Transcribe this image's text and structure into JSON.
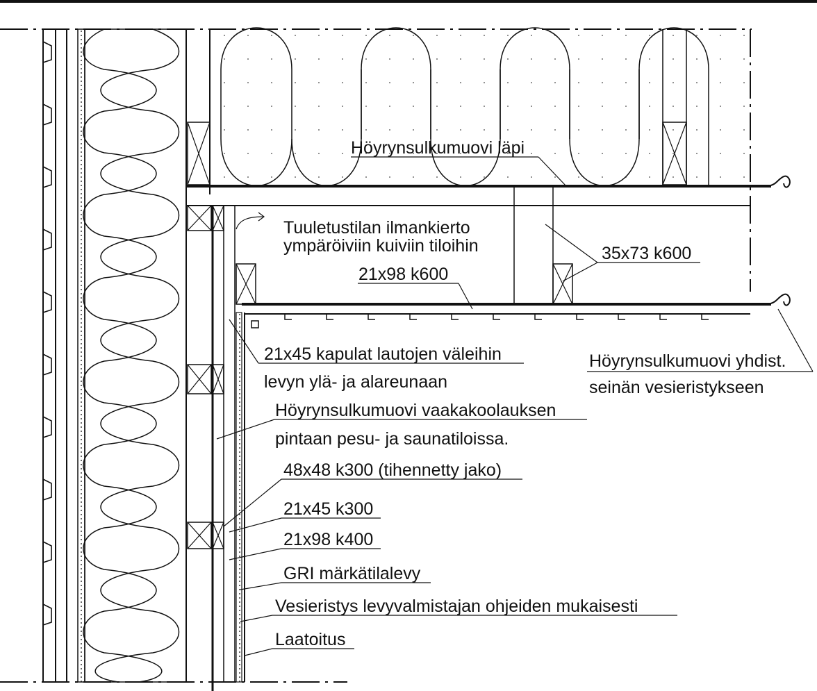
{
  "labels": {
    "vapor_barrier_through": "Höyrynsulkumuovi läpi",
    "ventilation_line1": "Tuuletustilan ilmankierto",
    "ventilation_line2": "ympäröiviin kuiviin tiloihin",
    "batten_35x73": "35x73 k600",
    "batten_21x98_k600": "21x98 k600",
    "blocking_21x45": "21x45 kapulat lautojen väleihin",
    "blocking_21x45_line2": "levyn ylä- ja alareunaan",
    "vapor_joint_line1": "Höyrynsulkumuovi yhdist.",
    "vapor_joint_line2": "seinän vesieristykseen",
    "vapor_horizontal_line1": "Höyrynsulkumuovi vaakakoolauksen",
    "vapor_horizontal_line2": "pintaan pesu- ja saunatiloissa.",
    "stud_48x48": "48x48 k300 (tihennetty jako)",
    "batten_21x45_k300": "21x45 k300",
    "batten_21x98_k400": "21x98 k400",
    "wet_board": "GRI märkätilalevy",
    "waterproofing": "Vesieristys levyvalmistajan ohjeiden mukaisesti",
    "tiling": "Laatoitus"
  }
}
